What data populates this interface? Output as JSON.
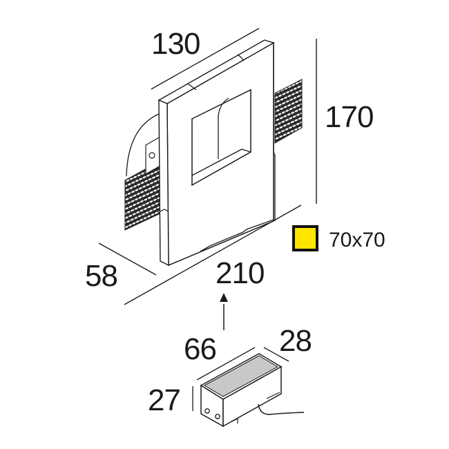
{
  "diagram": {
    "type": "technical-dimension-drawing",
    "subject": "recessed wall luminaire with remote driver",
    "units": "mm",
    "luminaire": {
      "dimensions": {
        "width": "130",
        "height": "170",
        "depth": "58",
        "length_diagonal": "210"
      }
    },
    "driver": {
      "dimensions": {
        "length": "66",
        "width": "28",
        "height": "27"
      }
    },
    "legend": {
      "cutout_label": "70x70",
      "cutout_color": "#FFE600",
      "cutout_border": "#111111"
    },
    "colors": {
      "line": "#1a1a1a",
      "background": "#ffffff",
      "driver_top": "#c8c8c8"
    }
  }
}
